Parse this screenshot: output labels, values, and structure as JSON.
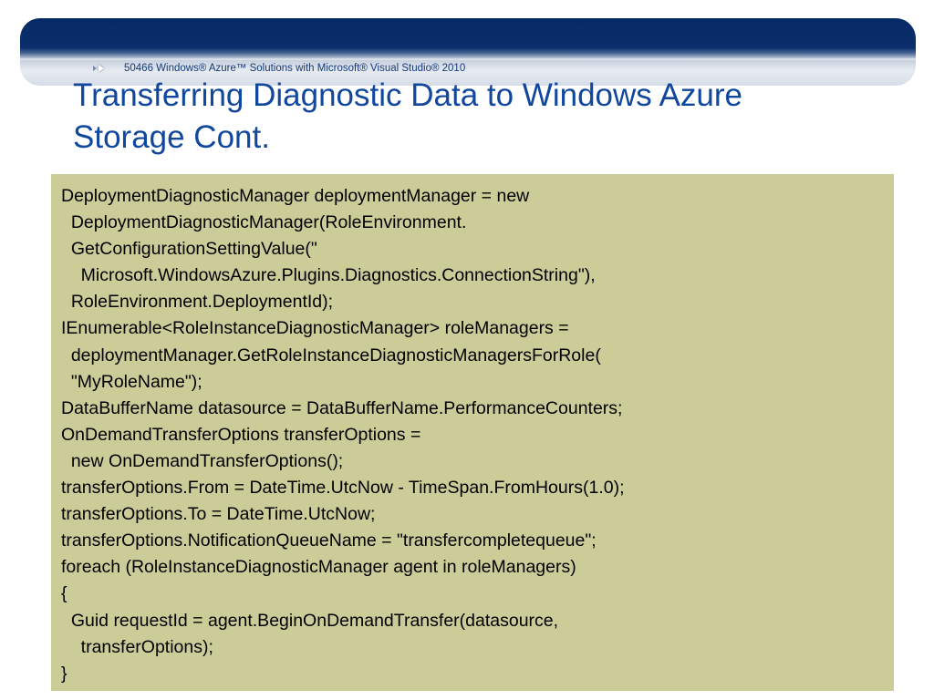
{
  "header": {
    "course": "50466 Windows® Azure™ Solutions with Microsoft® Visual Studio® 2010"
  },
  "title": "Transferring Diagnostic Data to Windows Azure\nStorage Cont.",
  "code": {
    "lines": [
      "DeploymentDiagnosticManager deploymentManager = new",
      "  DeploymentDiagnosticManager(RoleEnvironment.",
      "  GetConfigurationSettingValue(\"",
      "    Microsoft.WindowsAzure.Plugins.Diagnostics.ConnectionString\"),",
      "  RoleEnvironment.DeploymentId);",
      "IEnumerable<RoleInstanceDiagnosticManager> roleManagers =",
      "  deploymentManager.GetRoleInstanceDiagnosticManagersForRole(",
      "  \"MyRoleName\");",
      "DataBufferName datasource = DataBufferName.PerformanceCounters;",
      "OnDemandTransferOptions transferOptions =",
      "  new OnDemandTransferOptions();",
      "transferOptions.From = DateTime.UtcNow - TimeSpan.FromHours(1.0);",
      "transferOptions.To = DateTime.UtcNow;",
      "transferOptions.NotificationQueueName = \"transfercompletequeue\";",
      "foreach (RoleInstanceDiagnosticManager agent in roleManagers)",
      "{",
      "  Guid requestId = agent.BeginOnDemandTransfer(datasource,",
      "    transferOptions);",
      "}"
    ]
  },
  "colors": {
    "banner_dark": "#062a66",
    "title": "#12479e",
    "code_background": "#cccc99"
  }
}
